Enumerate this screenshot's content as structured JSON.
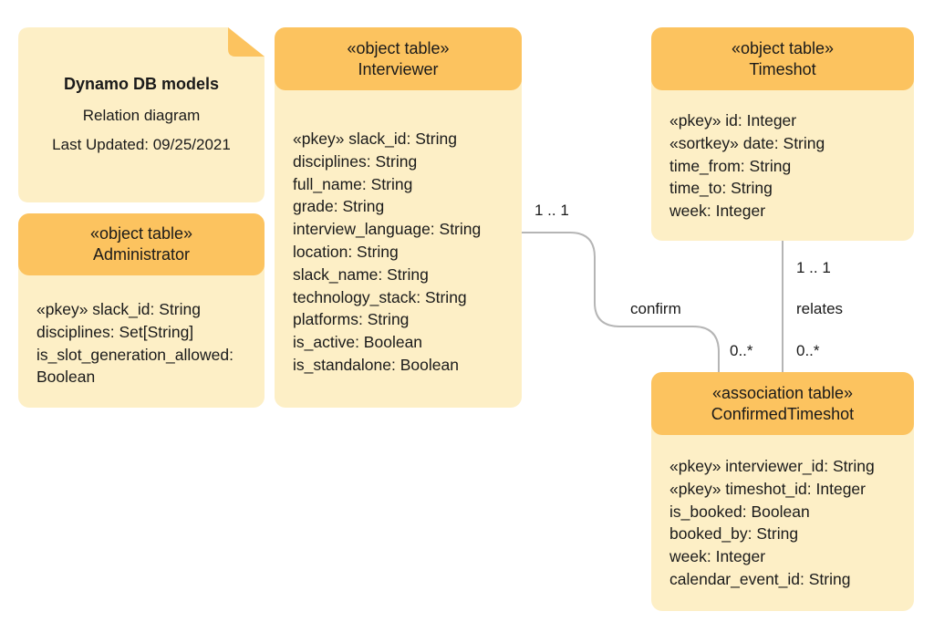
{
  "colors": {
    "header": "#fcc35f",
    "body": "#fdefc6",
    "connector": "#b5b5b5"
  },
  "note": {
    "title": "Dynamo DB models",
    "subtitle": "Relation diagram",
    "updated": "Last Updated: 09/25/2021"
  },
  "administrator": {
    "stereotype": "«object table»",
    "name": "Administrator",
    "fields": [
      "«pkey» slack_id: String",
      "disciplines: Set[String]",
      "is_slot_generation_allowed:",
      "Boolean"
    ]
  },
  "interviewer": {
    "stereotype": "«object table»",
    "name": "Interviewer",
    "fields": [
      "«pkey» slack_id: String",
      "disciplines: String",
      "full_name: String",
      "grade: String",
      "interview_language: String",
      "location: String",
      "slack_name: String",
      "technology_stack: String",
      "platforms: String",
      "is_active: Boolean",
      "is_standalone: Boolean"
    ]
  },
  "timeshot": {
    "stereotype": "«object table»",
    "name": "Timeshot",
    "fields": [
      "«pkey» id: Integer",
      "«sortkey» date: String",
      "time_from: String",
      "time_to: String",
      "week: Integer"
    ]
  },
  "confirmed": {
    "stereotype": "«association table»",
    "name": "ConfirmedTimeshot",
    "fields": [
      "«pkey» interviewer_id: String",
      "«pkey» timeshot_id: Integer",
      "is_booked: Boolean",
      "booked_by: String",
      "week: Integer",
      "calendar_event_id: String"
    ]
  },
  "relations": {
    "confirm": {
      "label": "confirm",
      "from_mult": "1 .. 1",
      "to_mult": "0..*"
    },
    "relates": {
      "label": "relates",
      "from_mult": "1 .. 1",
      "to_mult": "0..*"
    }
  }
}
